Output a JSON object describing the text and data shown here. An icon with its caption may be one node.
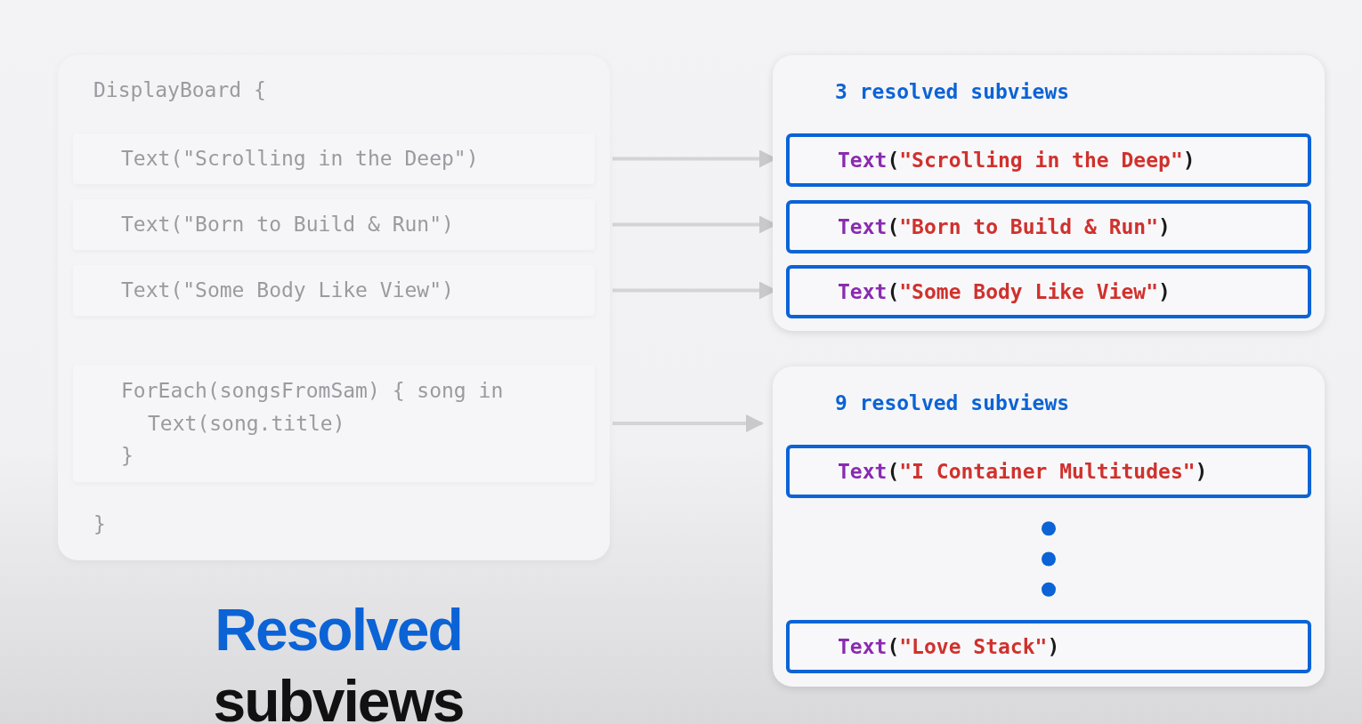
{
  "diagram": {
    "title": "Resolved subviews",
    "nodes": [
      {
        "text": [
          "DisplayBoard {",
          "}"
        ]
      },
      {
        "text": [
          "Text(\"Scrolling in the Deep\")"
        ],
        "in": 0
      },
      {
        "text": [
          "Text(\"Born to Build & Run\")"
        ],
        "in": 0
      },
      {
        "text": [
          "Text(\"Some Body Like View\")"
        ],
        "in": 0
      },
      {
        "text": [
          "ForEach(songsFromSam) { song in",
          "Text(song.title)",
          "}"
        ],
        "in": 0
      },
      {
        "text": [
          "3 resolved subviews"
        ]
      },
      {
        "text": [
          "Text(\"Scrolling in the Deep\")"
        ],
        "in": 5
      },
      {
        "text": [
          "Text(\"Born to Build & Run\")"
        ],
        "in": 5
      },
      {
        "text": [
          "Text(\"Some Body Like View\")"
        ],
        "in": 5
      },
      {
        "text": [
          "9 resolved subviews"
        ]
      },
      {
        "text": [
          "Text(\"I Container Multitudes\")"
        ],
        "in": 9
      },
      {
        "text": [
          "Text(\"Love Stack\")"
        ],
        "in": 9
      }
    ],
    "edges": [
      {
        "from": 1,
        "to": 6,
        "arrow": "to"
      },
      {
        "from": 2,
        "to": 7,
        "arrow": "to"
      },
      {
        "from": 3,
        "to": 8,
        "arrow": "to"
      },
      {
        "from": 4,
        "to": 9,
        "arrow": "to"
      }
    ]
  }
}
